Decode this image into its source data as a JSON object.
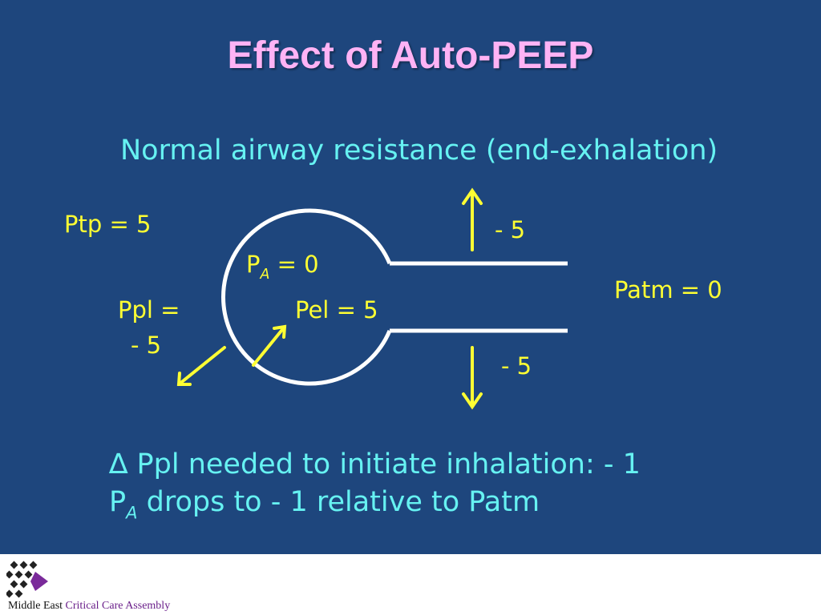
{
  "title": "Effect of Auto-PEEP",
  "subtitle": "Normal airway resistance (end-exhalation)",
  "labels": {
    "ptp": "Ptp = 5",
    "pa_main": "P",
    "pa_sub": "A",
    "pa_rest": " = 0",
    "ppl_line1": "Ppl =",
    "ppl_line2": "- 5",
    "pel": "Pel = 5",
    "patm": "Patm = 0",
    "up_value": "- 5",
    "down_value": "- 5"
  },
  "bottom": {
    "line1": "∆ Ppl needed to initiate inhalation: - 1",
    "line2_p": "P",
    "line2_sub": "A",
    "line2_rest": " drops to - 1 relative to Patm"
  },
  "footer": {
    "org_part1": "Middle East",
    "org_part2": " Critical Care Assembly"
  },
  "colors": {
    "background": "#1e467d",
    "title": "#ffb3f5",
    "text_cyan": "#66f2f2",
    "text_yellow": "#ffff33",
    "diagram_white": "#ffffff",
    "org_purple": "#6a1f8a"
  },
  "icons": {
    "logo": "diamond-cluster-logo"
  }
}
